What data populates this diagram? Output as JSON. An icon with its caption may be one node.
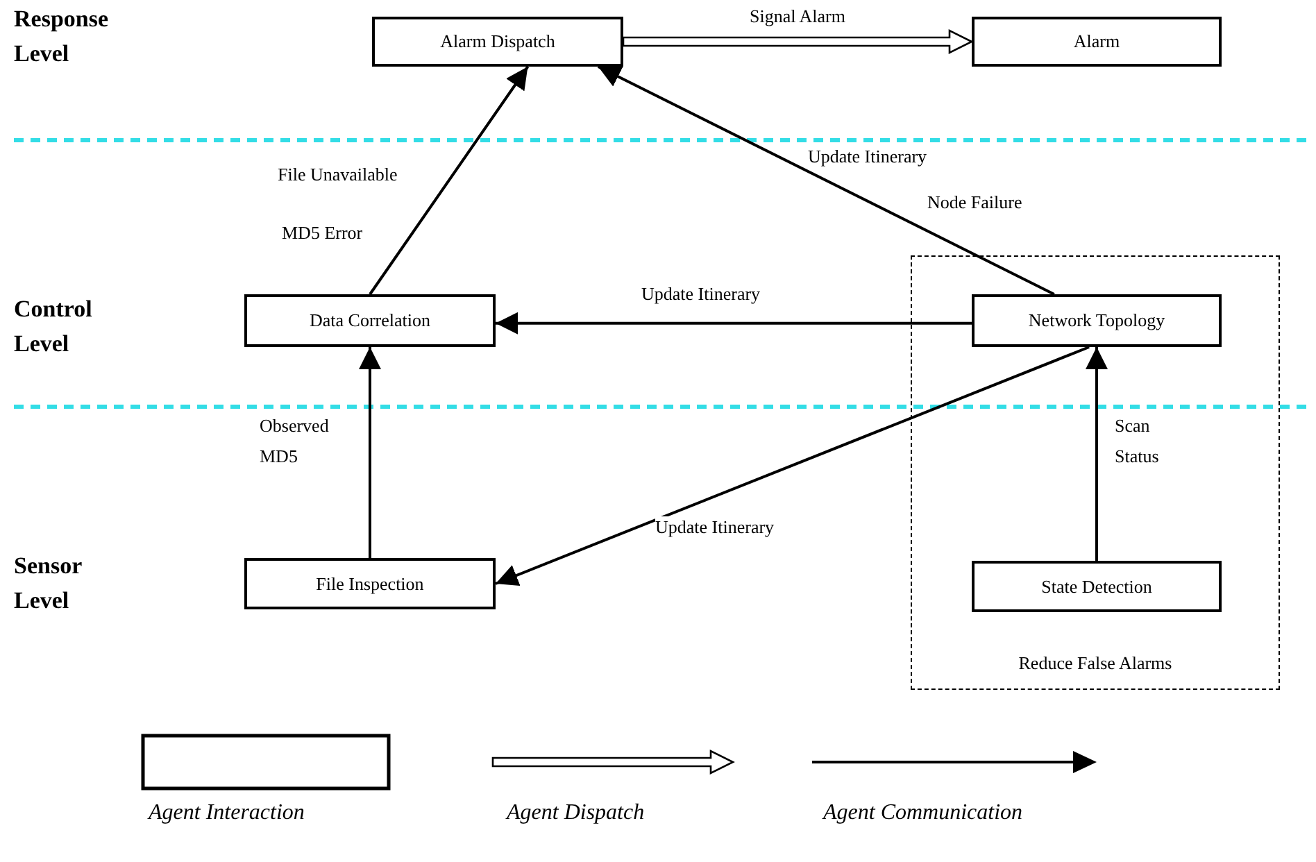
{
  "diagram": {
    "nodes": [
      {
        "text": [
          "Alarm Dispatch"
        ]
      },
      {
        "text": [
          "Alarm"
        ]
      },
      {
        "text": [
          "Data Correlation"
        ]
      },
      {
        "text": [
          "Reduce False Alarms"
        ]
      },
      {
        "text": [
          "Network Topology"
        ],
        "in": 3
      },
      {
        "text": [
          "File Inspection"
        ]
      },
      {
        "text": [
          "State Detection"
        ],
        "in": 3
      }
    ],
    "edges": [
      {
        "from": 0,
        "to": 1,
        "arrow": "to",
        "label": "Signal Alarm",
        "style": "thick"
      },
      {
        "from": 2,
        "to": 0,
        "arrow": "to",
        "label": "File Unavailable"
      },
      {
        "from": 4,
        "to": 0,
        "arrow": "to",
        "label": "Update Itinerary"
      },
      {
        "from": 4,
        "to": 2,
        "arrow": "to",
        "label": "Update Itinerary"
      },
      {
        "from": 5,
        "to": 2,
        "arrow": "to",
        "label": "Observed MD5"
      },
      {
        "from": 4,
        "to": 5,
        "arrow": "to",
        "label": "Update Itinerary"
      },
      {
        "from": 6,
        "to": 4,
        "arrow": "to",
        "label": "Scan Status"
      }
    ],
    "labels": [
      "Response Level",
      "MD5 Error",
      "Node Failure",
      "Control Level",
      "Sensor Level"
    ],
    "legend": [
      {
        "text": "Agent Interaction"
      },
      {
        "text": "Agent Dispatch"
      },
      {
        "text": "Agent Communication"
      }
    ]
  }
}
